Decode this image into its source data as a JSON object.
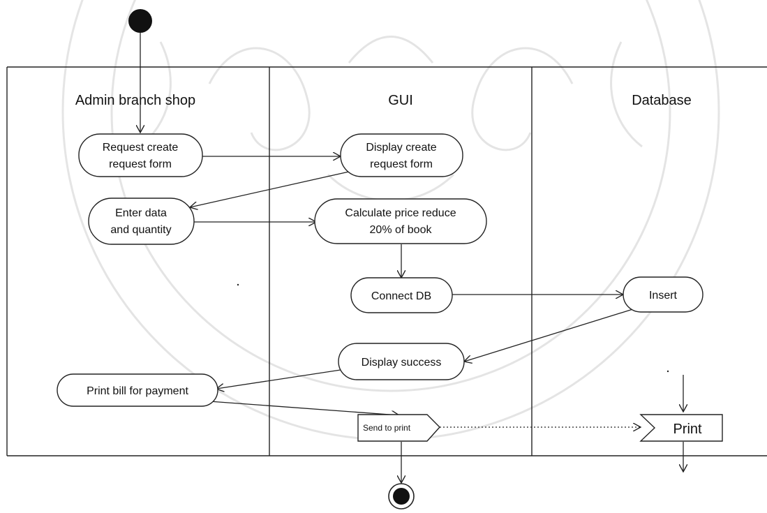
{
  "lanes": [
    {
      "label": "Admin branch shop"
    },
    {
      "label": "GUI"
    },
    {
      "label": "Database"
    }
  ],
  "nodes": {
    "request_create": [
      "Request create",
      "request form"
    ],
    "display_create": [
      "Display create",
      "request form"
    ],
    "enter_data": [
      "Enter data",
      "and quantity"
    ],
    "calculate_price": [
      "Calculate price reduce",
      "20% of book"
    ],
    "connect_db": [
      "Connect DB"
    ],
    "insert": [
      "Insert"
    ],
    "display_success": [
      "Display success"
    ],
    "print_bill": [
      "Print bill for payment"
    ],
    "send_to_print": [
      "Send to print"
    ],
    "print": [
      "Print"
    ]
  }
}
